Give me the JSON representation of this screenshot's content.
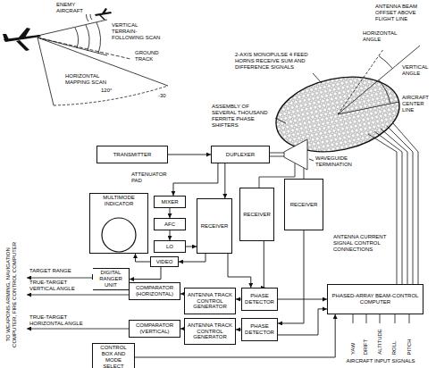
{
  "diagram": {
    "nodes": [
      {
        "text": [
          "TRANSMITTER"
        ]
      },
      {
        "text": [
          "DUPLEXER"
        ]
      },
      {
        "text": [
          "MULTIMODE INDICATOR"
        ]
      },
      {
        "text": [
          "MIXER"
        ]
      },
      {
        "text": [
          "AFC"
        ]
      },
      {
        "text": [
          "LO"
        ]
      },
      {
        "text": [
          "RECEIVER"
        ]
      },
      {
        "text": [
          "RECEIVER"
        ]
      },
      {
        "text": [
          "RECEIVER"
        ]
      },
      {
        "text": [
          "VIDEO"
        ]
      },
      {
        "text": [
          "DIGITAL RANGER UNIT"
        ]
      },
      {
        "text": [
          "COMPARATOR (HORIZONTAL)"
        ]
      },
      {
        "text": [
          "ANTENNA TRACK CONTROL GENERATOR"
        ]
      },
      {
        "text": [
          "PHASE DETECTOR"
        ]
      },
      {
        "text": [
          "COMPARATOR (VERTICAL)"
        ]
      },
      {
        "text": [
          "ANTENNA TRACK CONTROL GENERATOR"
        ]
      },
      {
        "text": [
          "PHASE DETECTOR"
        ]
      },
      {
        "text": [
          "CONTROL BOX AND MODE SELECT"
        ]
      },
      {
        "text": [
          "PHASED-ARRAY BEAM-CONTROL COMPUTER"
        ]
      }
    ],
    "edges": [
      {
        "from": 0,
        "to": 1,
        "arrow": "to"
      },
      {
        "from": 1,
        "to": 3,
        "arrow": "to"
      },
      {
        "from": 1,
        "to": 6,
        "arrow": "to"
      },
      {
        "from": 3,
        "to": 4,
        "arrow": "to"
      },
      {
        "from": 4,
        "to": 5,
        "arrow": "to"
      },
      {
        "from": 5,
        "to": 6,
        "arrow": "to"
      },
      {
        "from": 6,
        "to": 9,
        "arrow": "to"
      },
      {
        "from": 9,
        "to": 2,
        "arrow": "to"
      },
      {
        "from": 9,
        "to": 10,
        "arrow": "to"
      },
      {
        "from": 6,
        "to": 13,
        "arrow": "to"
      },
      {
        "from": 7,
        "to": 13,
        "arrow": "to"
      },
      {
        "from": 8,
        "to": 16,
        "arrow": "to"
      },
      {
        "from": 13,
        "to": 12,
        "arrow": "to"
      },
      {
        "from": 12,
        "to": 11,
        "arrow": "to"
      },
      {
        "from": 16,
        "to": 15,
        "arrow": "to"
      },
      {
        "from": 15,
        "to": 14,
        "arrow": "to"
      },
      {
        "from": 13,
        "to": 18,
        "arrow": "to"
      },
      {
        "from": 16,
        "to": 18,
        "arrow": "to"
      },
      {
        "from": 17,
        "to": 18,
        "arrow": "to"
      }
    ],
    "labels": [
      "ENEMY AIRCRAFT",
      "VERTICAL TERRAIN-FOLLOWING SCAN",
      "GROUND TRACK",
      "HORIZONTAL MAPPING SCAN",
      "120°",
      "-30",
      "ANTENNA BEAM OFFSET ABOVE FLIGHT LINE",
      "HORIZONTAL ANGLE",
      "2-AXIS MONOPULSE 4 FEED HORNS RECEIVE SUM AND DIFFERENCE SIGNALS",
      "VERTICAL ANGLE",
      "AIRCRAFT CENTER LINE",
      "ASSEMBLY OF SEVERAL THOUSAND FERRITE PHASE SHIFTERS",
      "WAVEGUIDE TERMINATION",
      "ATTENUATOR PAD",
      "ANTENNA CURRENT SIGNAL CONTROL CONNECTIONS",
      "TO WEAPONS ARMING, NAVIGATION COMPUTER, FIRE CONTROL COMPUTER",
      "TARGET RANGE",
      "TRUE-TARGET VERTICAL ANGLE",
      "TRUE-TARGET HORIZONTAL ANGLE",
      "YAW",
      "DRIFT",
      "ALTITUDE",
      "ROLL",
      "PITCH",
      "AIRCRAFT INPUT SIGNALS"
    ]
  }
}
